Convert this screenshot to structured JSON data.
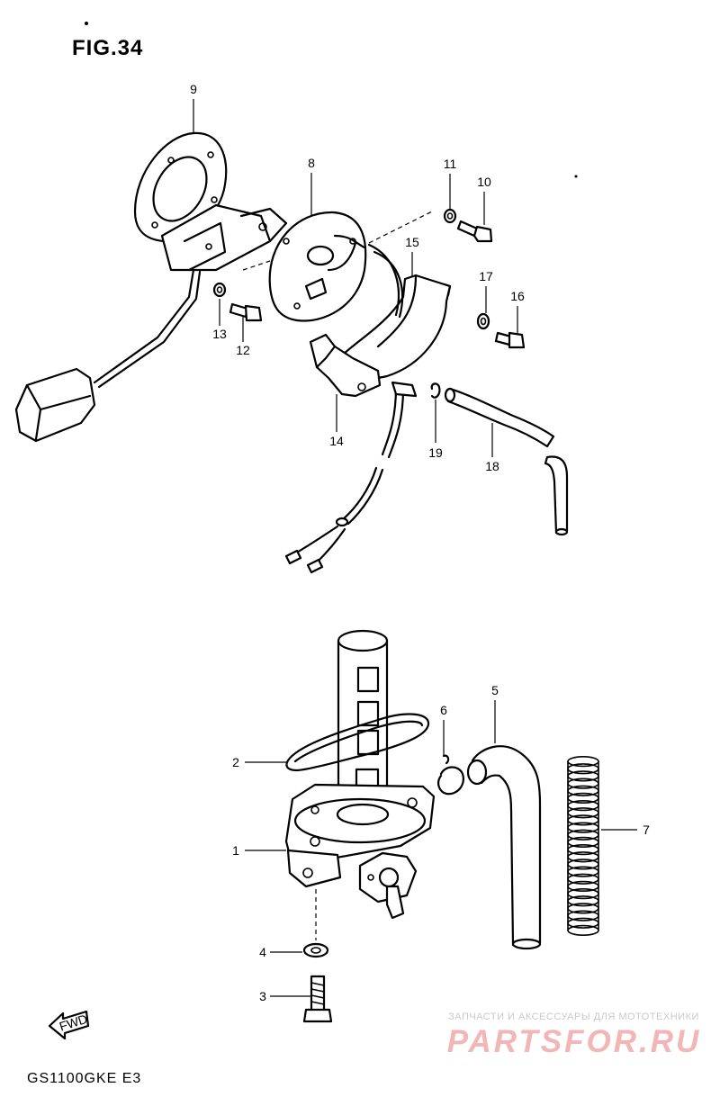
{
  "figure": {
    "title": "FIG.34",
    "model_code": "GS1100GKE  E3",
    "fwd_label": "FWD"
  },
  "callouts": [
    {
      "id": "1",
      "label": "1"
    },
    {
      "id": "2",
      "label": "2"
    },
    {
      "id": "3",
      "label": "3"
    },
    {
      "id": "4",
      "label": "4"
    },
    {
      "id": "5",
      "label": "5"
    },
    {
      "id": "6",
      "label": "6"
    },
    {
      "id": "7",
      "label": "7"
    },
    {
      "id": "8",
      "label": "8"
    },
    {
      "id": "9",
      "label": "9"
    },
    {
      "id": "10",
      "label": "10"
    },
    {
      "id": "11",
      "label": "11"
    },
    {
      "id": "12",
      "label": "12"
    },
    {
      "id": "13",
      "label": "13"
    },
    {
      "id": "14",
      "label": "14"
    },
    {
      "id": "15",
      "label": "15"
    },
    {
      "id": "16",
      "label": "16"
    },
    {
      "id": "17",
      "label": "17"
    },
    {
      "id": "18",
      "label": "18"
    },
    {
      "id": "19",
      "label": "19"
    }
  ],
  "watermark": {
    "tagline": "ЗАПЧАСТИ И АКСЕССУАРЫ ДЛЯ МОТОТЕХНИКИ",
    "logo": "PARTSFOR.RU",
    "logo_color": "#f2b6b6"
  }
}
